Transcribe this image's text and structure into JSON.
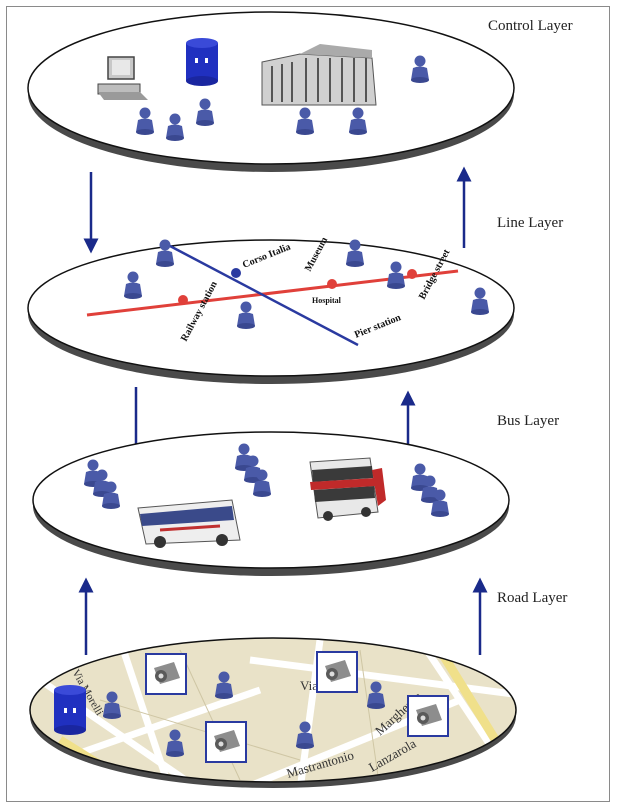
{
  "labels": {
    "control": "Control Layer",
    "line": "Line Layer",
    "bus": "Bus Layer",
    "road": "Road Layer"
  },
  "line_layer": {
    "stations": [
      "Corso Italia",
      "Museum",
      "Hospital",
      "Railway station",
      "Bridge street",
      "Pier station"
    ]
  },
  "road_layer": {
    "streets": [
      "Via",
      "Mastrantonio",
      "Margherita",
      "Lanzarola",
      "Via Morelli"
    ]
  },
  "colors": {
    "arrow": "#1a2a8a",
    "person": "#4a5aa8",
    "red_line": "#e0403a",
    "blue_line": "#2a3aa0",
    "map_bg": "#e9e2c8",
    "camera_frame": "#2a3aa0"
  },
  "icons": [
    "computer-icon",
    "database-icon",
    "building-icon",
    "person-icon",
    "bus-icon",
    "double-decker-bus-icon",
    "camera-icon"
  ]
}
